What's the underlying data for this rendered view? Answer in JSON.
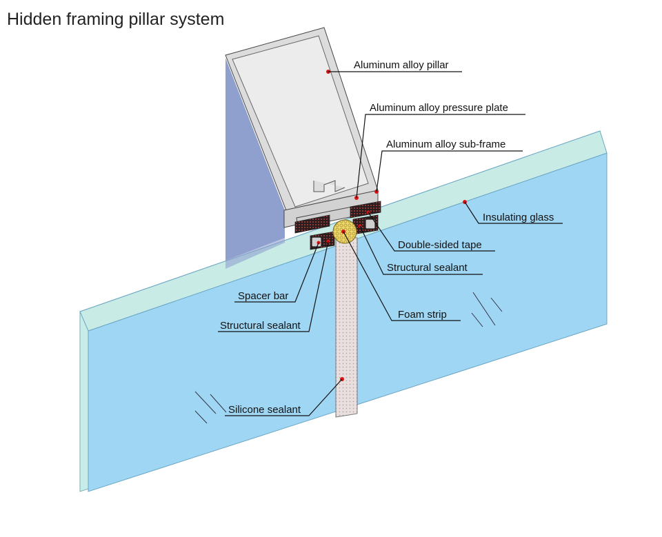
{
  "title": "Hidden framing pillar system",
  "labels": {
    "pillar": "Aluminum alloy pillar",
    "pressure_plate": "Aluminum alloy pressure plate",
    "sub_frame": "Aluminum alloy sub-frame",
    "insulating_glass": "Insulating glass",
    "double_sided_tape": "Double-sided tape",
    "structural_sealant_right": "Structural sealant",
    "spacer_bar": "Spacer bar",
    "structural_sealant_left": "Structural sealant",
    "foam_strip": "Foam strip",
    "silicone_sealant": "Silicone sealant"
  },
  "colors": {
    "glass": "#9fd6f4",
    "glass_edge": "#c9ebe6",
    "pillar_side": "#8e9fce",
    "pillar_face": "#e6e6e6",
    "sealant_joint": "#e7dcdc",
    "foam": "#e8d26a",
    "leader_dot": "#d11111"
  }
}
